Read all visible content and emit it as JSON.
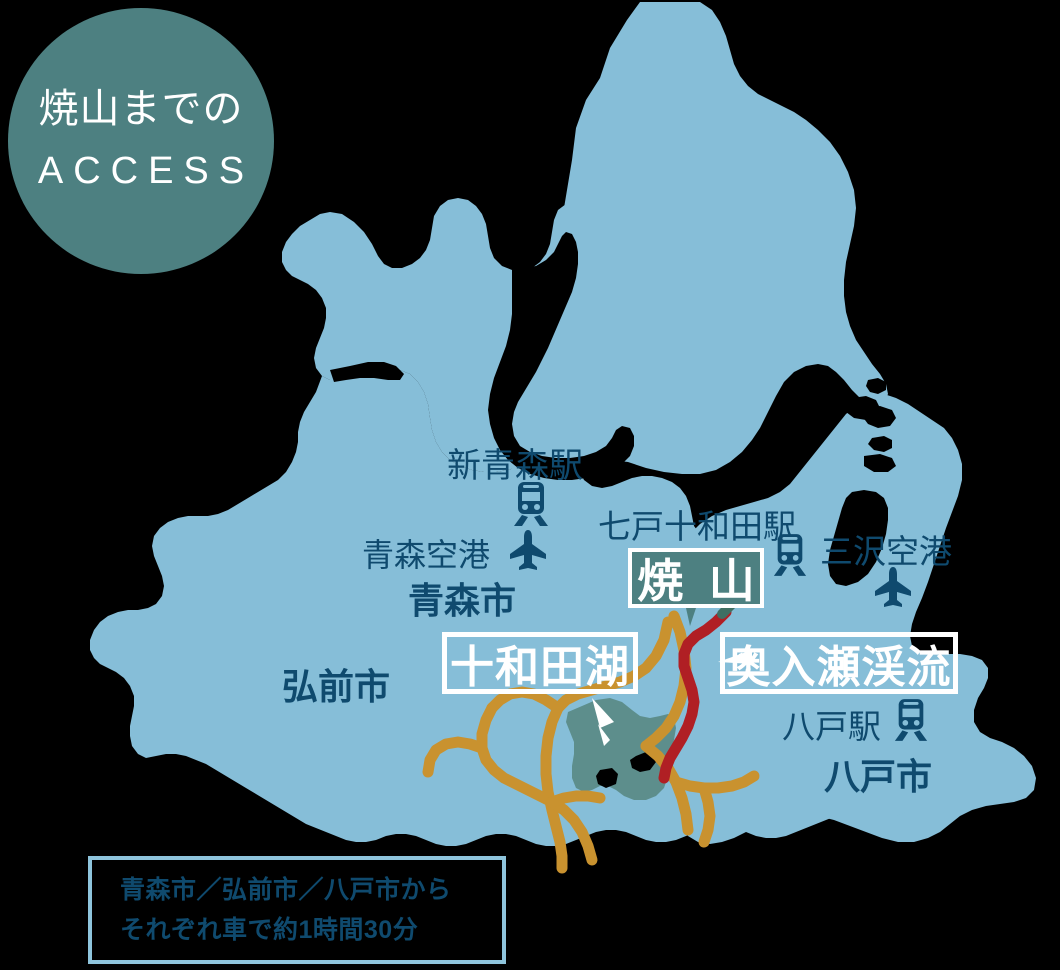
{
  "badge": {
    "title_ja": "焼山までの",
    "title_en": "ACCESS"
  },
  "colors": {
    "land": "#86bed8",
    "sea": "#000000",
    "lake": "#5d8e8c",
    "road": "#c9922f",
    "route_red": "#b01f24",
    "label_text": "#0f4a6e",
    "badge_teal": "#4d8081",
    "note_border": "#8ec4dc",
    "white": "#ffffff"
  },
  "labels": [
    {
      "id": "shin-aomori-station",
      "text": "新青森駅",
      "icon": "train-icon",
      "bold": false
    },
    {
      "id": "aomori-airport",
      "text": "青森空港",
      "icon": "airplane-icon",
      "bold": false
    },
    {
      "id": "aomori-city",
      "text": "青森市",
      "icon": null,
      "bold": true
    },
    {
      "id": "hirosaki-city",
      "text": "弘前市",
      "icon": null,
      "bold": true
    },
    {
      "id": "shichinohe-towada-station",
      "text": "七戸十和田駅",
      "icon": "train-icon",
      "bold": false
    },
    {
      "id": "misawa-airport",
      "text": "三沢空港",
      "icon": "airplane-icon",
      "bold": false
    },
    {
      "id": "hachinohe-station",
      "text": "八戸駅",
      "icon": "train-icon",
      "bold": false
    },
    {
      "id": "hachinohe-city",
      "text": "八戸市",
      "icon": null,
      "bold": true
    }
  ],
  "highlights": [
    {
      "id": "yakeyama",
      "text": "焼 山",
      "style": "filled"
    },
    {
      "id": "lake-towada",
      "text": "十和田湖",
      "style": "outline"
    },
    {
      "id": "oirase-gorge",
      "text": "奥入瀬渓流",
      "style": "outline"
    }
  ],
  "note": {
    "line1": "青森市／弘前市／八戸市から",
    "line2": "それぞれ車で約1時間30分"
  }
}
